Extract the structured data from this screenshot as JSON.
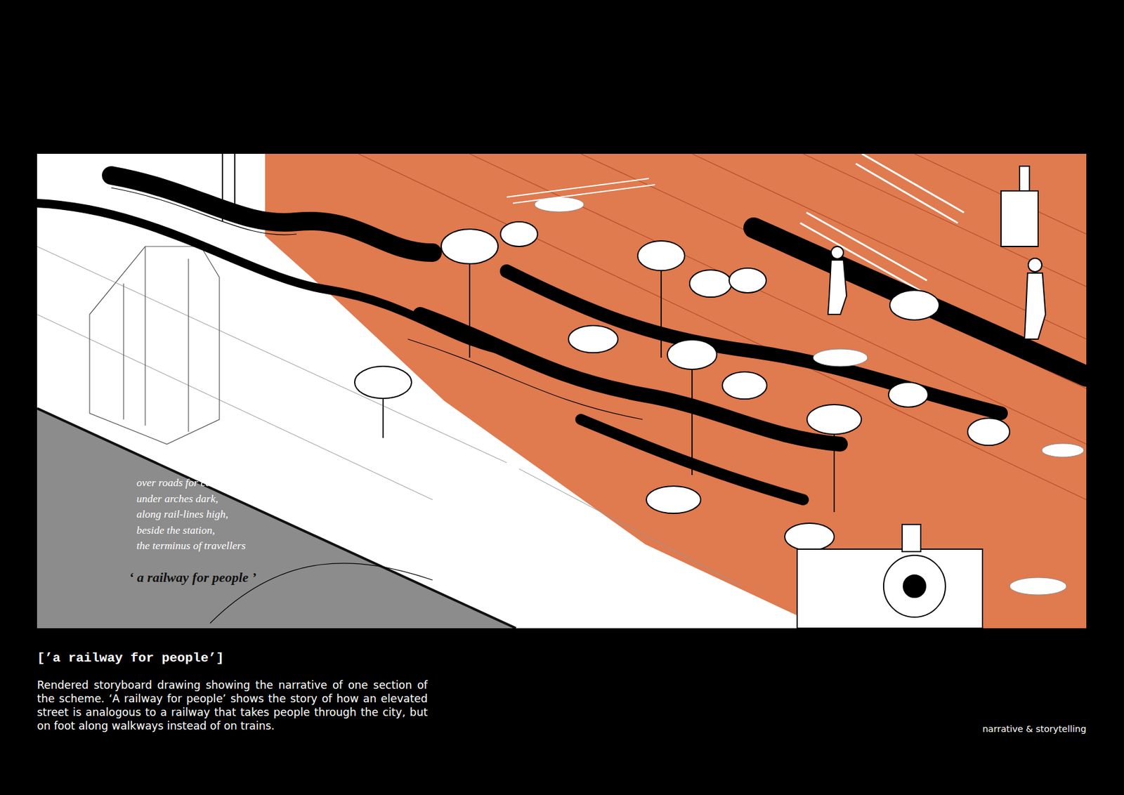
{
  "diagram": {
    "title": "[’a railway for people’]",
    "caption": "Rendered storyboard drawing showing the narrative of one section of the scheme. ‘A railway for people’ shows the story of how an elevated street is analogous to a railway that takes people through the city, but on foot along walkways instead of on trains.",
    "labels": [
      "over roads for cars,",
      "under arches dark,",
      "along rail-lines high,",
      "beside the station,",
      "the terminus of travellers",
      "‘ a railway for people ’",
      "narrative & storytelling"
    ]
  }
}
